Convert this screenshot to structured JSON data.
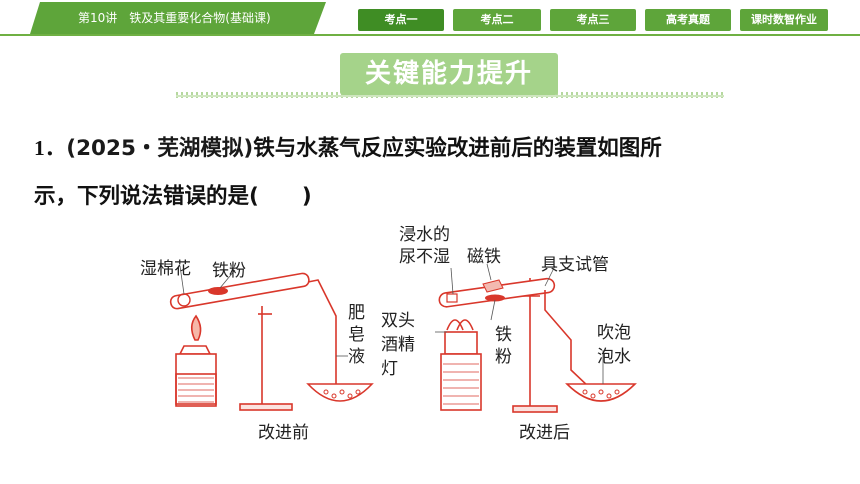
{
  "header": {
    "lecture_title": "第10讲　铁及其重要化合物(基础课)",
    "nav": [
      "考点一",
      "考点二",
      "考点三",
      "高考真题",
      "课时数智作业"
    ],
    "active_nav": 0
  },
  "banner": {
    "title": "关键能力提升"
  },
  "question": {
    "number": "1．",
    "source": "(2025・芜湖模拟)",
    "text_line1": "铁与水蒸气反应实验改进前后的装置如图所",
    "text_line2": "示，下列说法错误的是(　　)"
  },
  "figure_left": {
    "caption": "改进前",
    "labels": [
      "湿棉花",
      "铁粉",
      "肥",
      "皂",
      "液"
    ]
  },
  "figure_right": {
    "caption": "改进后",
    "labels": [
      "浸水的",
      "尿不湿",
      "磁铁",
      "具支试管",
      "双头",
      "酒精",
      "灯",
      "铁",
      "粉",
      "吹泡",
      "泡水"
    ]
  },
  "colors": {
    "brand_green": "#5ea53a",
    "active_green": "#3f8d24",
    "banner_green": "#a5d38a",
    "apparatus_red": "#d9372b"
  }
}
